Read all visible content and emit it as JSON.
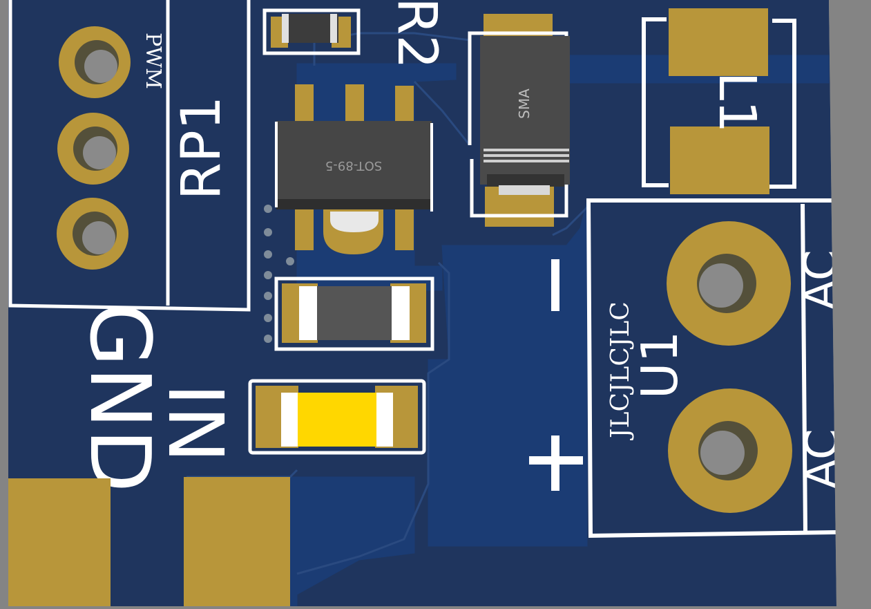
{
  "board": {
    "colors": {
      "background": "#848484",
      "substrate": "#1f355e",
      "copper": "#193b73",
      "silkscreen": "#ffffff",
      "pad": "#b8963a",
      "package": "#4a4a4a",
      "led": "#ffd700"
    }
  },
  "labels": {
    "rp1": "RP1",
    "pwm": "PWM",
    "gnd": "GND",
    "in": "IN",
    "r2": "R2",
    "l1": "L1",
    "u1": "U1",
    "jlc": "JLCJLCJLC",
    "ac_top": "AC",
    "ac_bottom": "AC",
    "minus": "−",
    "plus": "+",
    "sot": "SOT-89-5",
    "sma": "SMA"
  }
}
